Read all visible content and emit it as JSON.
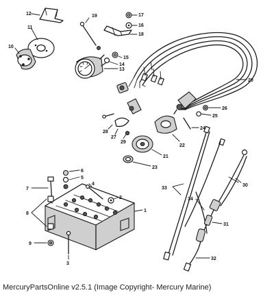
{
  "caption": "MercuryPartsOnline v2.5.1 (Image Copyright- Mercury Marine)",
  "part_numbers": [
    "1",
    "2",
    "3",
    "4",
    "5",
    "6",
    "7",
    "8",
    "9",
    "10",
    "11",
    "12",
    "13",
    "14",
    "15",
    "16",
    "17",
    "18",
    "19",
    "20",
    "21",
    "22",
    "23",
    "24",
    "25",
    "26",
    "27",
    "28",
    "29",
    "30",
    "31",
    "32",
    "33",
    "34"
  ]
}
